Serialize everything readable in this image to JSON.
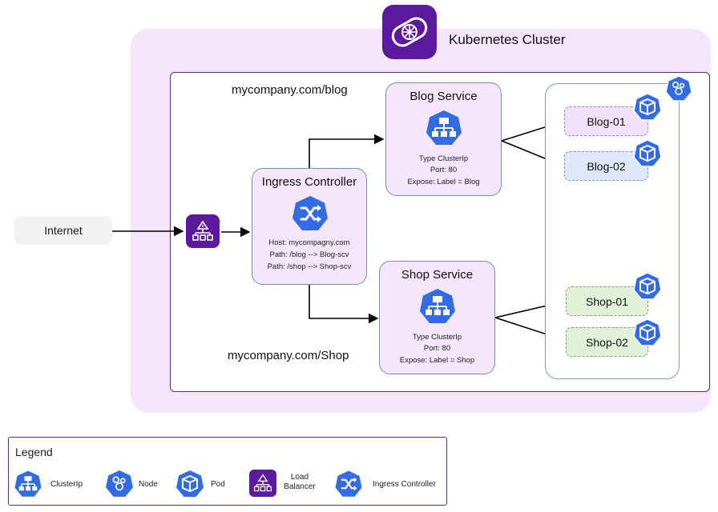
{
  "cluster": {
    "title": "Kubernetes Cluster"
  },
  "routes": {
    "blog": "mycompany.com/blog",
    "shop": "mycompany.com/Shop"
  },
  "internet": {
    "label": "Internet"
  },
  "ingress": {
    "title": "Ingress Controller",
    "host": "Host: mycompagny.com",
    "path_blog": "Path: /blog --> Blog-scv",
    "path_shop": "Path: /shop --> Shop-scv"
  },
  "blog_service": {
    "title": "Blog Service",
    "type": "Type ClusterIp",
    "port": "Port: 80",
    "expose": "Expose: Label = Blog"
  },
  "shop_service": {
    "title": "Shop Service",
    "type": "Type ClusterIp",
    "port": "Port: 80",
    "expose": "Expose: Label = Shop"
  },
  "pods": {
    "blog1": "Blog-01",
    "blog2": "Blog-02",
    "shop1": "Shop-01",
    "shop2": "Shop-02"
  },
  "legend": {
    "title": "Legend",
    "clusterip": "ClusterIp",
    "node": "Node",
    "pod": "Pod",
    "lb_line1": "Load",
    "lb_line2": "Balancer",
    "ingress": "Ingress Controller"
  },
  "colors": {
    "k8s_blue": "#326ce5",
    "lb_purple": "#5b1a9e",
    "cluster_bg": "#f4e6fb"
  }
}
